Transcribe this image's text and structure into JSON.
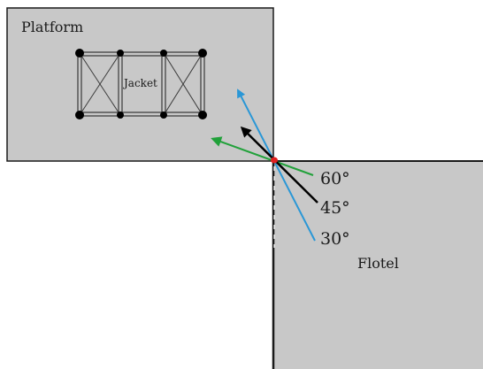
{
  "labels": {
    "platform": "Platform",
    "jacket": "Jacket",
    "flotel": "Flotel"
  },
  "angles": [
    {
      "text": "60°",
      "degrees": 60,
      "color": "#21a13a"
    },
    {
      "text": "45°",
      "degrees": 45,
      "color": "#000000"
    },
    {
      "text": "30°",
      "degrees": 30,
      "color": "#2a97d6"
    }
  ],
  "colors": {
    "structure_fill": "#c8c8c8",
    "outline": "#1a1a1a",
    "contact_point": "#e02020",
    "arrow_60": "#21a13a",
    "arrow_45": "#000000",
    "arrow_30": "#2a97d6"
  }
}
